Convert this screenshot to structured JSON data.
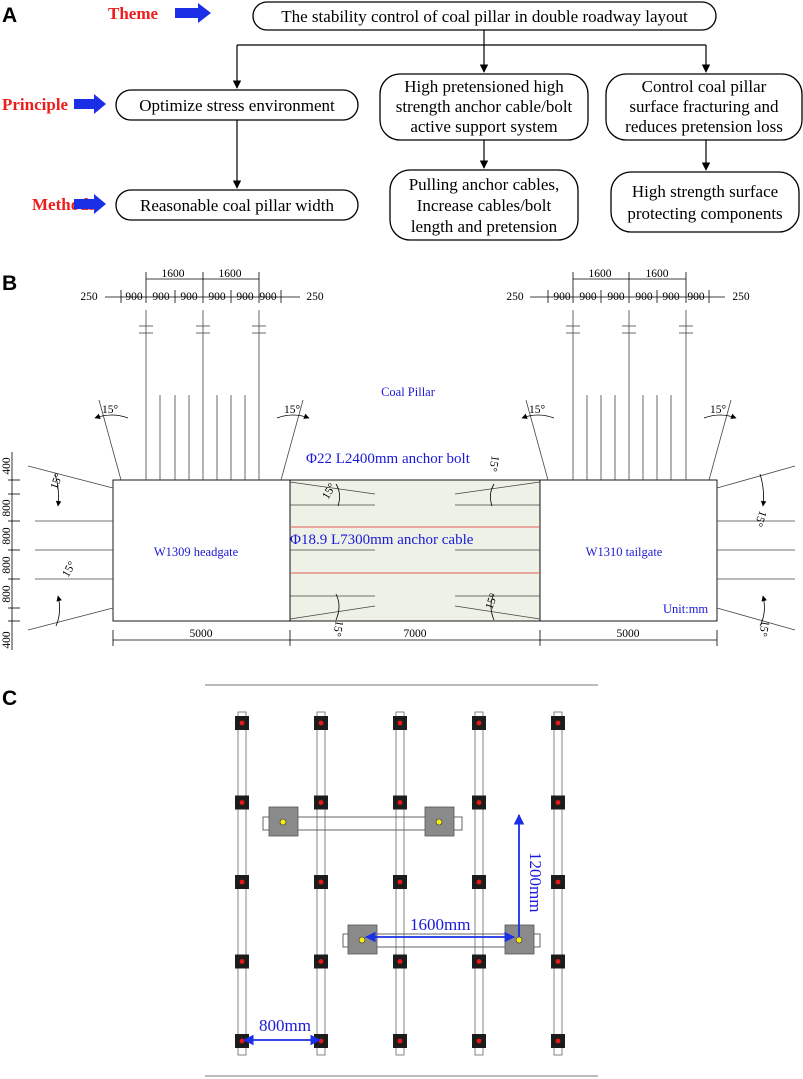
{
  "colors": {
    "tag_red": "#ee1c1c",
    "arrow_blue": "#1a2fe6",
    "label_blue": "#1a1ad8",
    "pillar_fill": "#eef1e6",
    "cable_red": "#e05a5a",
    "anchor_dark": "#1c1c1c",
    "anchor_center": "#e81818",
    "plate_gray": "#8a8a8a",
    "plate_center": "#f2ea1a"
  },
  "panel_a": {
    "letter": "A",
    "tags": {
      "theme": "Theme",
      "principle": "Principle",
      "methods": "Methods"
    },
    "theme_box": "The stability control of coal pillar in double roadway layout",
    "principles": [
      {
        "lines": [
          "Optimize stress environment"
        ]
      },
      {
        "lines": [
          "High pretensioned high",
          "strength anchor cable/bolt",
          "active support system"
        ]
      },
      {
        "lines": [
          "Control coal pillar",
          "surface fracturing and",
          "reduces pretension loss"
        ]
      }
    ],
    "methods": [
      {
        "lines": [
          "Reasonable coal pillar width"
        ]
      },
      {
        "lines": [
          "Pulling anchor cables,",
          "Increase cables/bolt",
          "length and pretension"
        ]
      },
      {
        "lines": [
          "High strength surface",
          "protecting components"
        ]
      }
    ]
  },
  "panel_b": {
    "letter": "B",
    "coal_pillar": "Coal Pillar",
    "left_roadway": "W1309 headgate",
    "right_roadway": "W1310 tailgate",
    "anchor_bolt": "Φ22 L2400mm anchor bolt",
    "anchor_cable": "Φ18.9 L7300mm anchor cable",
    "unit": "Unit:mm",
    "top_spacings": [
      "250",
      "900",
      "900",
      "900",
      "900",
      "900",
      "900",
      "250"
    ],
    "top_groups": [
      "1600",
      "1600"
    ],
    "side_spacings": [
      "400",
      "800",
      "800",
      "800",
      "800",
      "400"
    ],
    "bottom_widths": [
      "5000",
      "7000",
      "5000"
    ],
    "angle": "15°"
  },
  "panel_c": {
    "letter": "C",
    "spacing_vertical": "1200mm",
    "spacing_horizontal": "1600mm",
    "spacing_bottom": "800mm",
    "grid_columns": 5,
    "grid_rows": 5
  }
}
